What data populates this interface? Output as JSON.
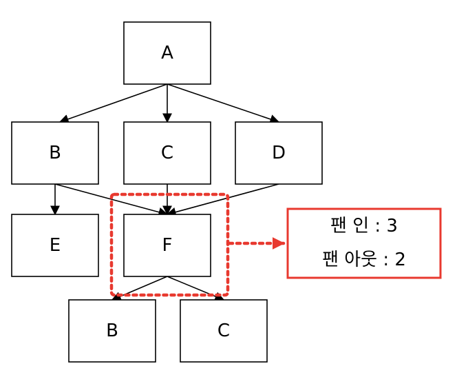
{
  "nodes": {
    "a": "A",
    "b": "B",
    "c": "C",
    "d": "D",
    "e": "E",
    "f": "F",
    "b2": "B",
    "c2": "C"
  },
  "callout": {
    "fan_in": "팬 인 : 3",
    "fan_out": "팬 아웃 : 2"
  },
  "colors": {
    "box_stroke": "#000000",
    "edge": "#000000",
    "highlight": "#e8392f"
  }
}
